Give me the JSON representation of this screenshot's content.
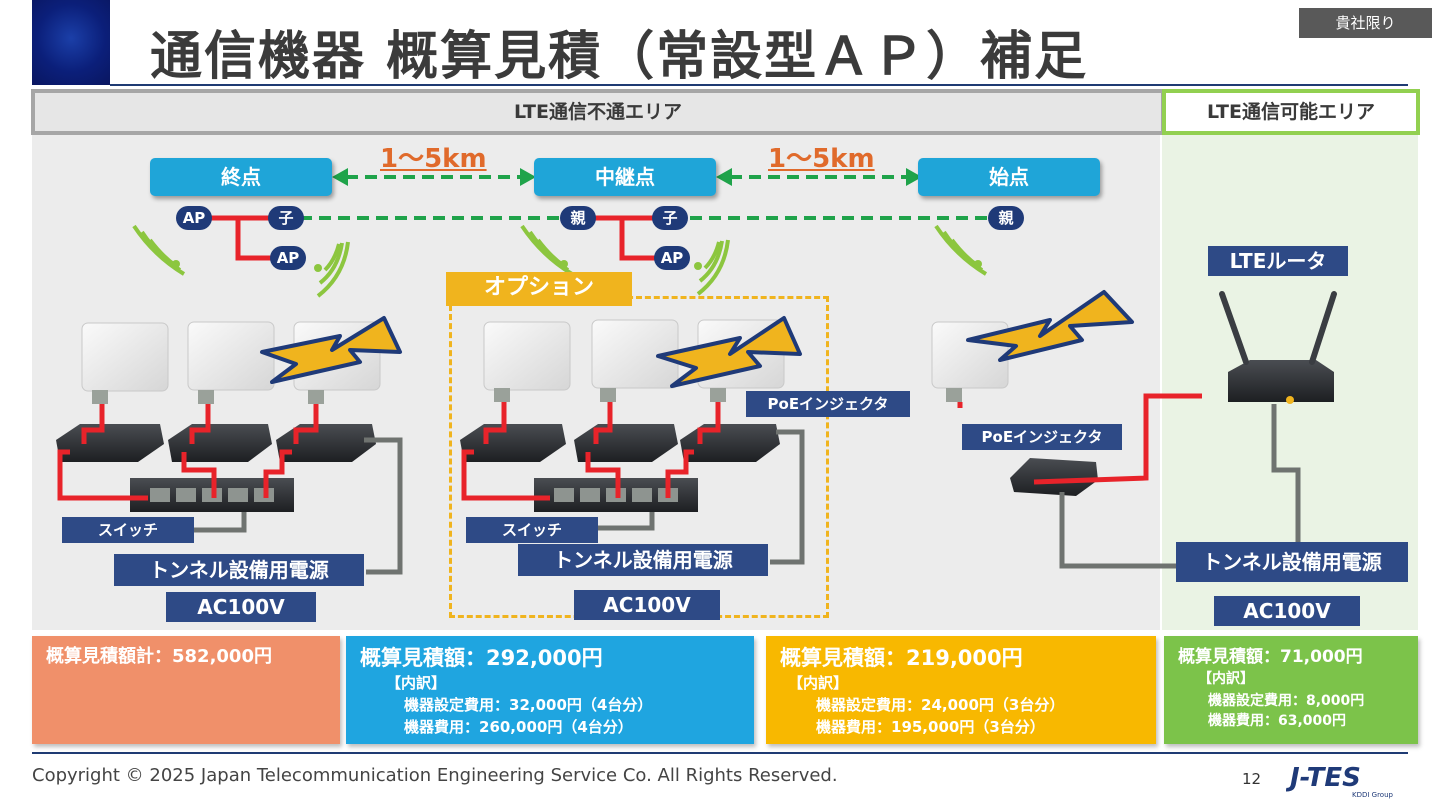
{
  "header": {
    "title": "通信機器 概算見積（常設型ＡＰ）補足",
    "confidential": "貴社限り"
  },
  "zones": {
    "no_lte": "LTE通信不通エリア",
    "lte_ok": "LTE通信可能エリア"
  },
  "nodes": {
    "end": "終点",
    "relay": "中継点",
    "start": "始点"
  },
  "distances": {
    "left": "1〜5km",
    "right": "1〜5km"
  },
  "badges": {
    "ap": "AP",
    "child": "子",
    "parent": "親"
  },
  "option_label": "オプション",
  "equipment": {
    "switch": "スイッチ",
    "poe_injector": "PoEインジェクタ",
    "tunnel_power": "トンネル設備用電源",
    "ac100v": "AC100V",
    "lte_router": "LTEルータ"
  },
  "costs": {
    "total": "概算見積額計：582,000円",
    "blue": {
      "title": "概算見積額：292,000円",
      "breakdown_label": "【内訳】",
      "line1": "機器設定費用：32,000円（4台分）",
      "line2": "機器費用：260,000円（4台分）"
    },
    "yellow": {
      "title": "概算見積額：219,000円",
      "breakdown_label": "【内訳】",
      "line1": "機器設定費用：24,000円（3台分）",
      "line2": "機器費用：195,000円（3台分）"
    },
    "green": {
      "title": "概算見積額：71,000円",
      "breakdown_label": "【内訳】",
      "line1": "機器設定費用：8,000円",
      "line2": "機器費用：63,000円"
    }
  },
  "footer": {
    "copyright": "Copyright © 2025 Japan Telecommunication Engineering Service Co. All Rights Reserved.",
    "page_number": "12",
    "logo_text": "J-TES",
    "logo_sub": "KDDI Group"
  },
  "colors": {
    "node_blue": "#1fa5d8",
    "dark_label": "#2e4a86",
    "link_green": "#1fa34a",
    "cable_red": "#e8232a",
    "option_yellow": "#f0b41e",
    "cost_salmon": "#f0906a",
    "cost_blue": "#1fa5e0",
    "cost_yellow": "#f8b800",
    "cost_green": "#7cc34a"
  }
}
